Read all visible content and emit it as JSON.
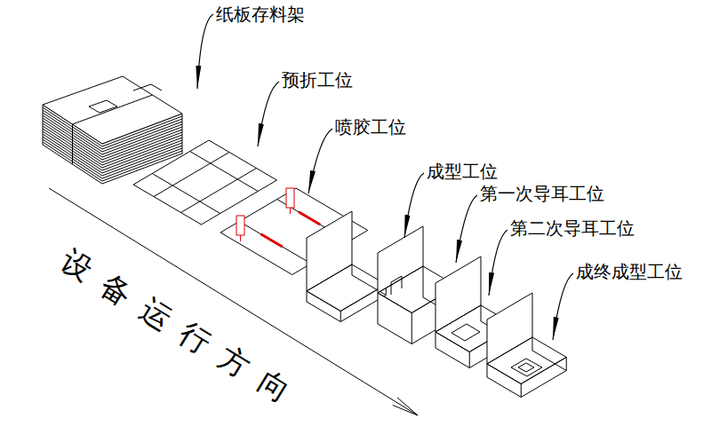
{
  "diagram": {
    "labels": [
      "纸板存料架",
      "预折工位",
      "喷胶工位",
      "成型工位",
      "第一次导耳工位",
      "第二次导耳工位",
      "成终成型工位",
      "设备运行方向"
    ]
  }
}
